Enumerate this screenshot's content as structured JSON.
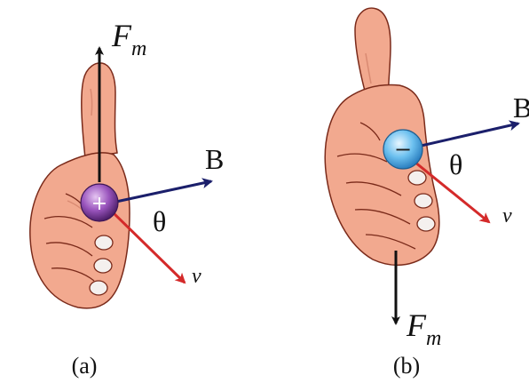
{
  "panels": [
    {
      "id": "a",
      "caption": "(a)",
      "charge_sign": "+",
      "force_symbol": "F",
      "force_subscript": "m",
      "field_symbol": "B",
      "velocity_symbol": "v",
      "angle_symbol": "θ"
    },
    {
      "id": "b",
      "caption": "(b)",
      "charge_sign": "−",
      "force_symbol": "F",
      "force_subscript": "m",
      "field_symbol": "B",
      "velocity_symbol": "v",
      "angle_symbol": "θ"
    }
  ],
  "colors": {
    "skin": "#f2a98f",
    "skin_shadow": "#d98a72",
    "outline": "#7a2a1a",
    "nail": "#f4f0ee",
    "force_arrow": "#111111",
    "field_arrow": "#1b1f6b",
    "velocity_arrow": "#d42a2a",
    "positive_charge": "#7b3d9c",
    "negative_charge": "#4aa3e0"
  }
}
